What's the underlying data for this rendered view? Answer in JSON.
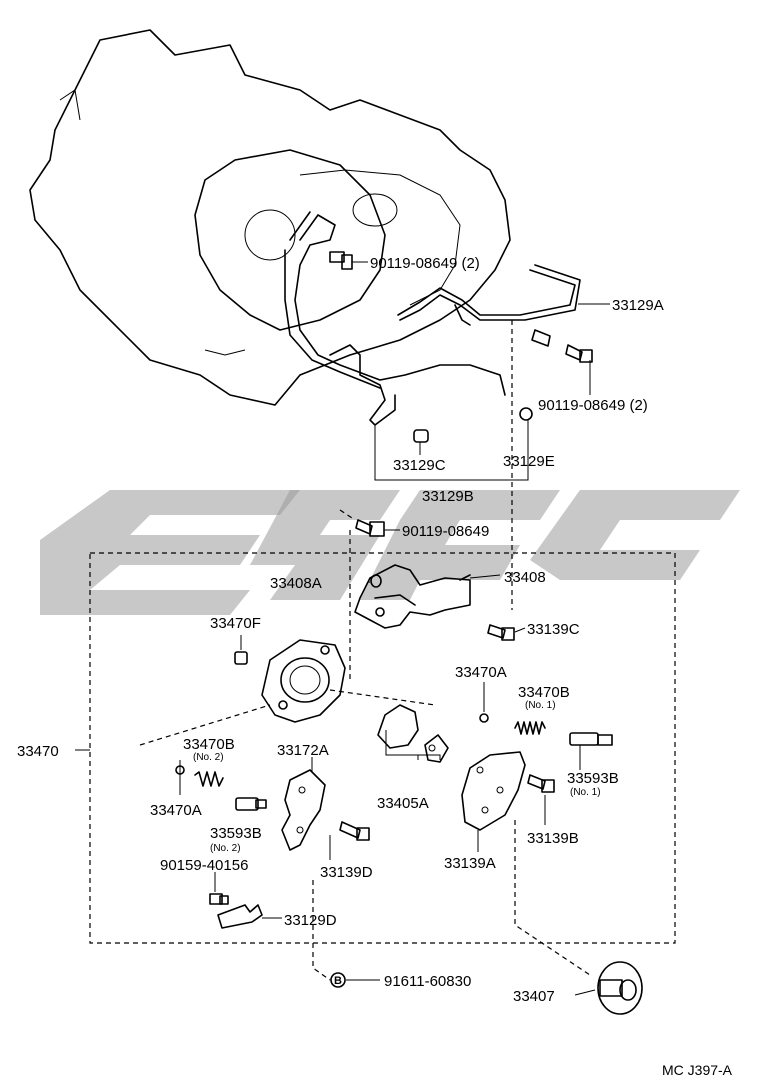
{
  "labels": {
    "p90119_08649_2a": "90119-08649 (2)",
    "p33129A": "33129A",
    "p90119_08649_2b": "90119-08649 (2)",
    "p33129C": "33129C",
    "p33129E": "33129E",
    "p33129B": "33129B",
    "p90119_08649": "90119-08649",
    "p33408A": "33408A",
    "p33408": "33408",
    "p33470F": "33470F",
    "p33139C": "33139C",
    "p33470A_r": "33470A",
    "p33470B_r": "33470B",
    "p33470B_r_note": "(No. 1)",
    "p33470": "33470",
    "p33470B_l": "33470B",
    "p33470B_l_note": "(No. 2)",
    "p33172A": "33172A",
    "p33593B_r": "33593B",
    "p33593B_r_note": "(No. 1)",
    "p33405A": "33405A",
    "p33470A_l": "33470A",
    "p33593B_l": "33593B",
    "p33593B_l_note": "(No. 2)",
    "p33139B": "33139B",
    "p90159_40156": "90159-40156",
    "p33139D": "33139D",
    "p33139A": "33139A",
    "p33129D": "33129D",
    "p91611_60830": "91611-60830",
    "p91611_marker": "B",
    "p33407": "33407"
  },
  "reference": "MC J397-A"
}
